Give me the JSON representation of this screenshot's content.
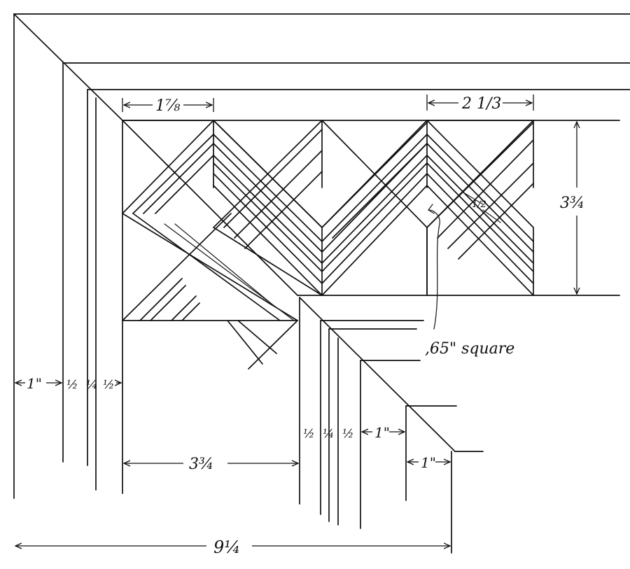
{
  "dimensions": {
    "top_left_width": "1⅞",
    "top_right_width": "2 1/3",
    "band_height": "3¾",
    "left_margin_1": "1\"",
    "left_margin_2": "½",
    "left_margin_3": "¼",
    "left_margin_4": "½",
    "inner_width": "3¾",
    "lower_1": "½",
    "lower_2": "¼",
    "lower_3": "½",
    "lower_4": "1\"",
    "lower_5": "1\"",
    "total_width": "9¼",
    "small_half": "1/2"
  },
  "annotation": ",65\" square"
}
